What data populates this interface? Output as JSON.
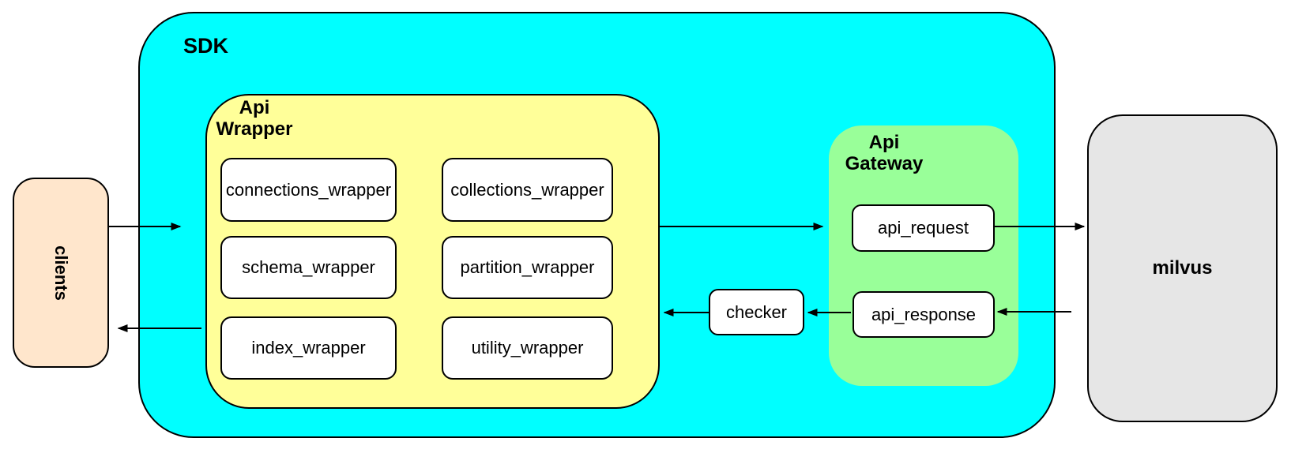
{
  "nodes": {
    "clients": {
      "label": "clients",
      "fill": "#FFE6CC"
    },
    "sdk": {
      "label": "SDK",
      "fill": "#00FFFF"
    },
    "api_wrapper": {
      "label_line1": "Api",
      "label_line2": "Wrapper",
      "fill": "#FFFF99",
      "boxes": [
        "connections_wrapper",
        "collections_wrapper",
        "schema_wrapper",
        "partition_wrapper",
        "index_wrapper",
        "utility_wrapper"
      ]
    },
    "checker": {
      "label": "checker",
      "fill": "#FFFFFF"
    },
    "api_gateway": {
      "label_line1": "Api",
      "label_line2": "Gateway",
      "fill": "#99FF99",
      "request_label": "api_request",
      "response_label": "api_response"
    },
    "milvus": {
      "label": "milvus",
      "fill": "#E6E6E6"
    }
  },
  "colors": {
    "canvas_bg": "#FFFFFF",
    "sdk": "#00FFFF",
    "api_wrapper": "#FFFF99",
    "api_gateway": "#99FF99",
    "clients": "#FFE6CC",
    "milvus": "#E6E6E6",
    "white_box": "#FFFFFF",
    "border": "#000000",
    "arrow": "#000000"
  },
  "edges": [
    {
      "from": "clients",
      "to": "sdk"
    },
    {
      "from": "api_wrapper",
      "to": "api_gateway"
    },
    {
      "from": "api_request",
      "to": "milvus"
    },
    {
      "from": "milvus",
      "to": "api_response"
    },
    {
      "from": "api_response",
      "to": "checker"
    },
    {
      "from": "checker",
      "to": "api_wrapper"
    },
    {
      "from": "sdk",
      "to": "clients"
    }
  ]
}
